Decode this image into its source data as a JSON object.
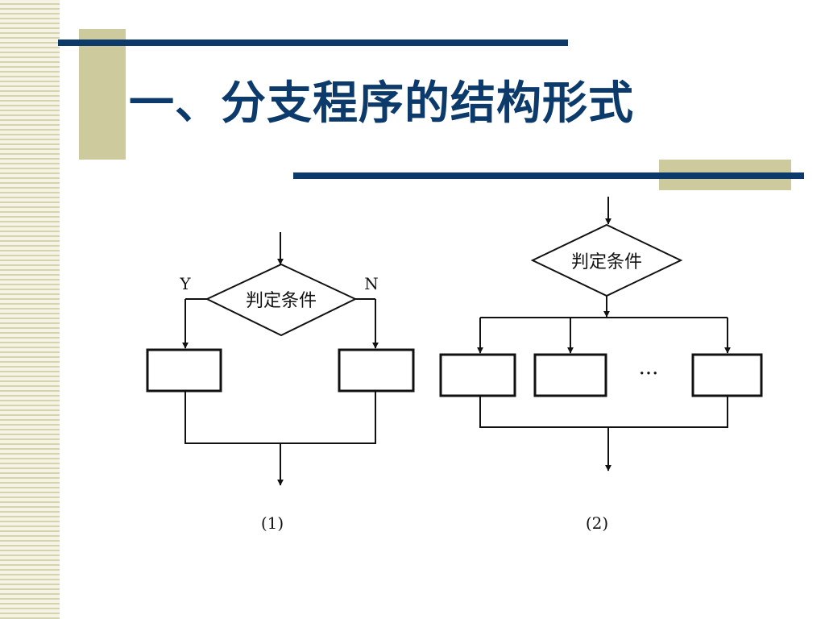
{
  "slide": {
    "title": "一、分支程序的结构形式"
  },
  "diagram": {
    "condition_label": "判定条件",
    "yes_label": "Y",
    "no_label": "N",
    "ellipsis": "···",
    "caption_1": "(1)",
    "caption_2": "(2)"
  },
  "colors": {
    "title_blue": "#0b3a6b",
    "accent_khaki": "#cdcb9d",
    "line": "#111111"
  }
}
